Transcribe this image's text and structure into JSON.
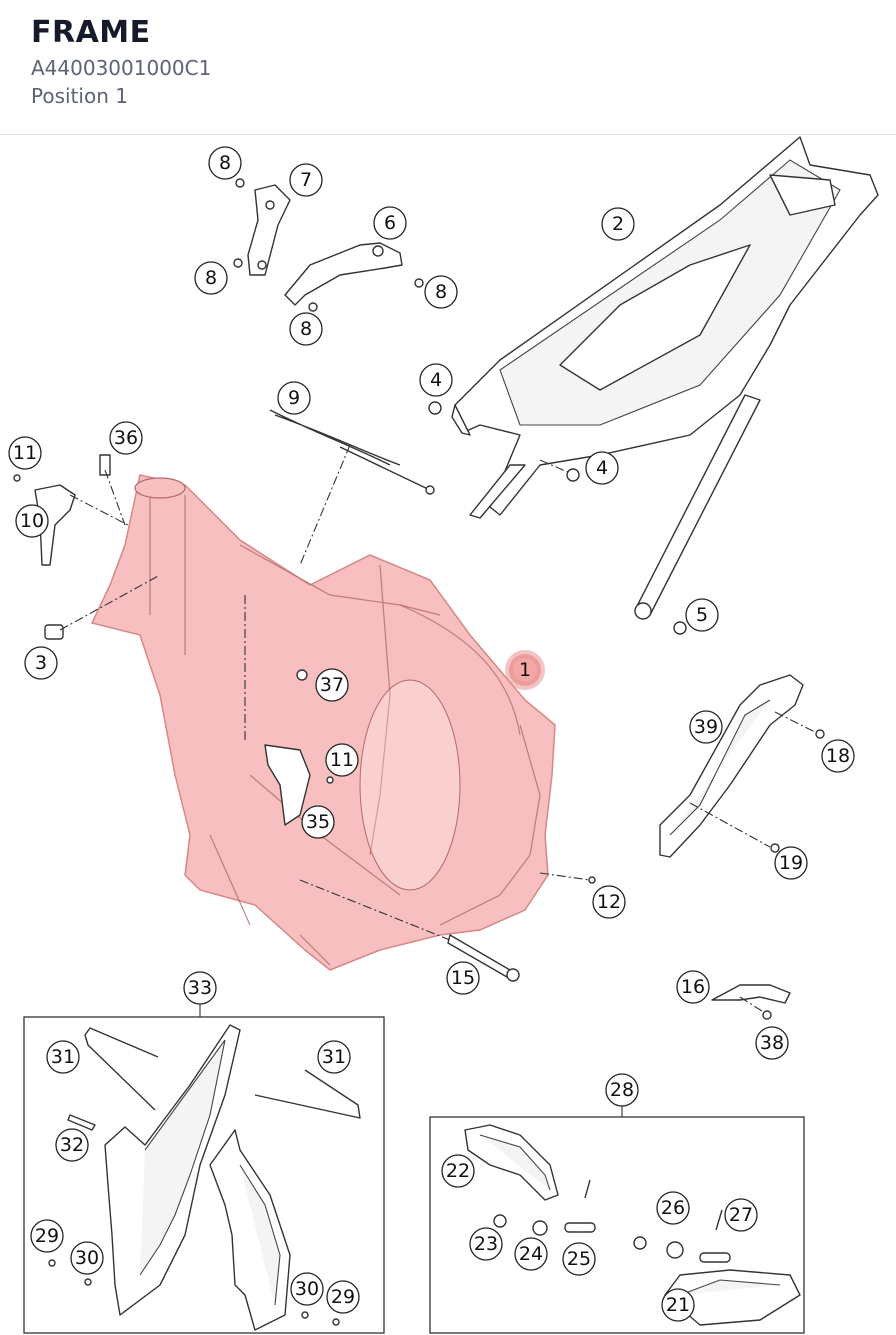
{
  "header": {
    "title": "FRAME",
    "part_number": "A44003001000C1",
    "position": "Position 1"
  },
  "highlight_color": "#f4a9a9",
  "callouts": {
    "c1": "1",
    "c2": "2",
    "c3": "3",
    "c4a": "4",
    "c4b": "4",
    "c5": "5",
    "c6": "6",
    "c7": "7",
    "c8a": "8",
    "c8b": "8",
    "c8c": "8",
    "c8d": "8",
    "c9": "9",
    "c10": "10",
    "c11a": "11",
    "c11b": "11",
    "c12": "12",
    "c15": "15",
    "c16": "16",
    "c18": "18",
    "c19": "19",
    "c21": "21",
    "c22": "22",
    "c23": "23",
    "c24": "24",
    "c25": "25",
    "c26": "26",
    "c27": "27",
    "c28": "28",
    "c29a": "29",
    "c29b": "29",
    "c30a": "30",
    "c30b": "30",
    "c31a": "31",
    "c31b": "31",
    "c32": "32",
    "c33": "33",
    "c35": "35",
    "c36": "36",
    "c37": "37",
    "c38": "38",
    "c39": "39"
  },
  "selected_part": "1"
}
